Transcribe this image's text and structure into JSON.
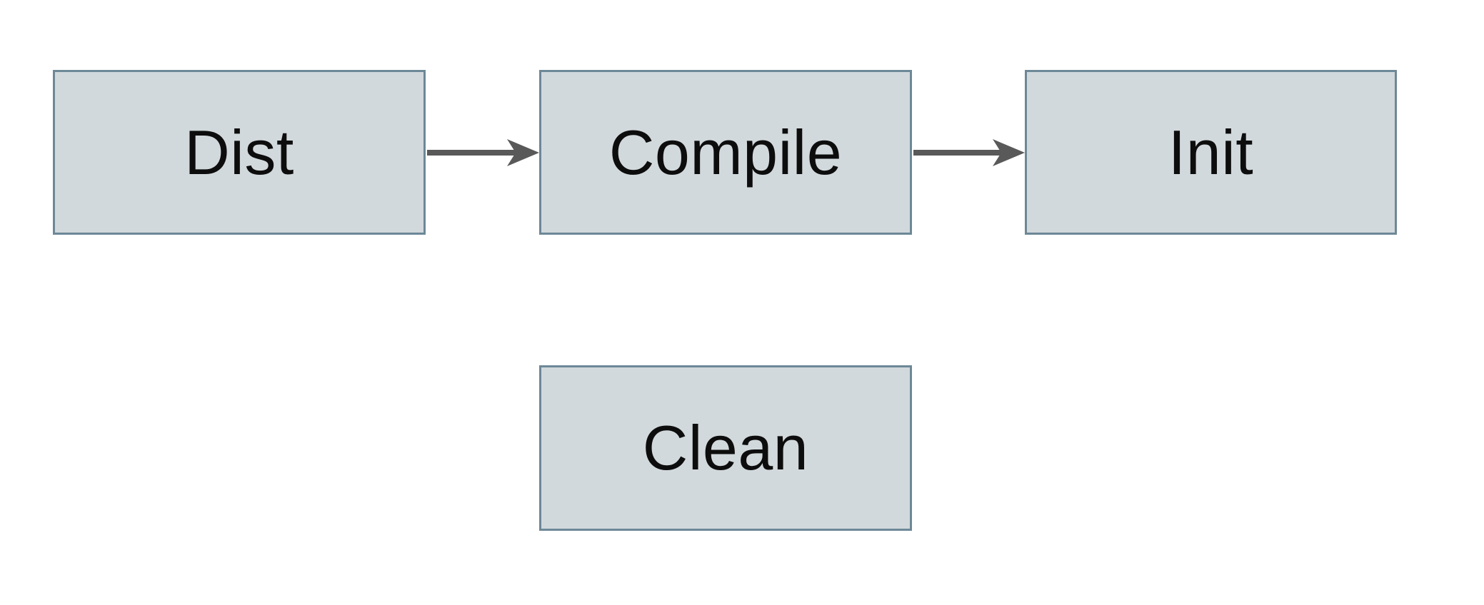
{
  "diagram": {
    "type": "flowchart",
    "background_color": "#ffffff",
    "colors": {
      "node_fill": "#d2d9dc",
      "node_border": "#6d8897",
      "arrow": "#595959",
      "text": "#0d0d0d"
    },
    "nodes": [
      {
        "id": "dist",
        "label": "Dist"
      },
      {
        "id": "compile",
        "label": "Compile"
      },
      {
        "id": "init",
        "label": "Init"
      },
      {
        "id": "clean",
        "label": "Clean"
      }
    ],
    "edges": [
      {
        "from": "dist",
        "to": "compile",
        "style": "solid",
        "arrowhead": "barbed"
      },
      {
        "from": "compile",
        "to": "init",
        "style": "solid",
        "arrowhead": "barbed"
      }
    ]
  }
}
